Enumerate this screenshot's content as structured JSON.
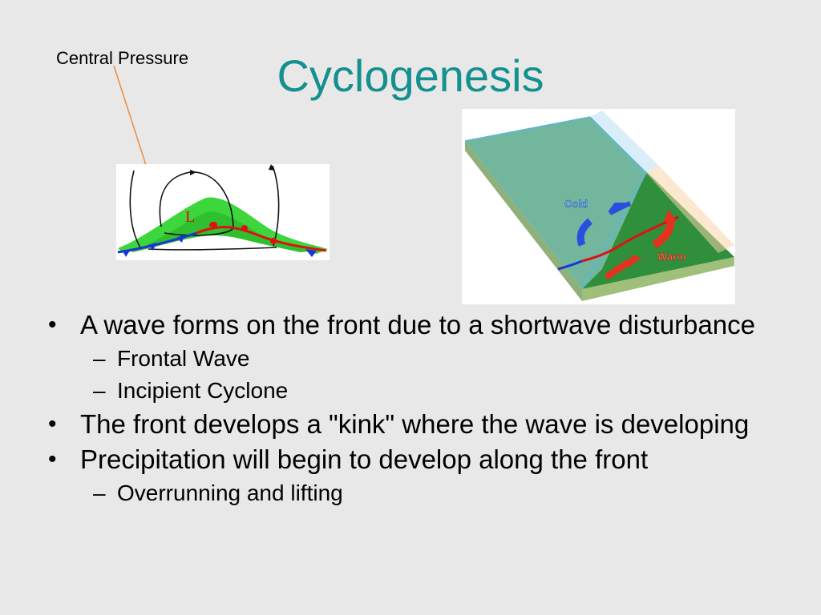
{
  "slide": {
    "title": "Cyclogenesis",
    "annotation": "Central Pressure"
  },
  "wave_figure": {
    "low_symbol": "L",
    "colors": {
      "warm_sector": "#3dd63d",
      "cold_front": "#1a35d6",
      "warm_front": "#e01010",
      "circulation": "#111111",
      "pointer": "#f08a3c"
    }
  },
  "block_figure": {
    "cold_label": "Cold",
    "warm_label": "Warm",
    "colors": {
      "ground": "#2f8f3a",
      "glass": "#a9d8ef",
      "cold_arrow": "#2a4fe0",
      "warm_arrow": "#e5321e"
    }
  },
  "bullets": [
    {
      "text": "A wave forms on the front due to a shortwave disturbance",
      "sub": [
        "Frontal Wave",
        "Incipient Cyclone"
      ]
    },
    {
      "text": "The front develops a \"kink\" where the wave is developing",
      "sub": []
    },
    {
      "text": "Precipitation will begin to develop along the front",
      "sub": [
        "Overrunning and lifting"
      ]
    }
  ],
  "sub_marker": "–"
}
